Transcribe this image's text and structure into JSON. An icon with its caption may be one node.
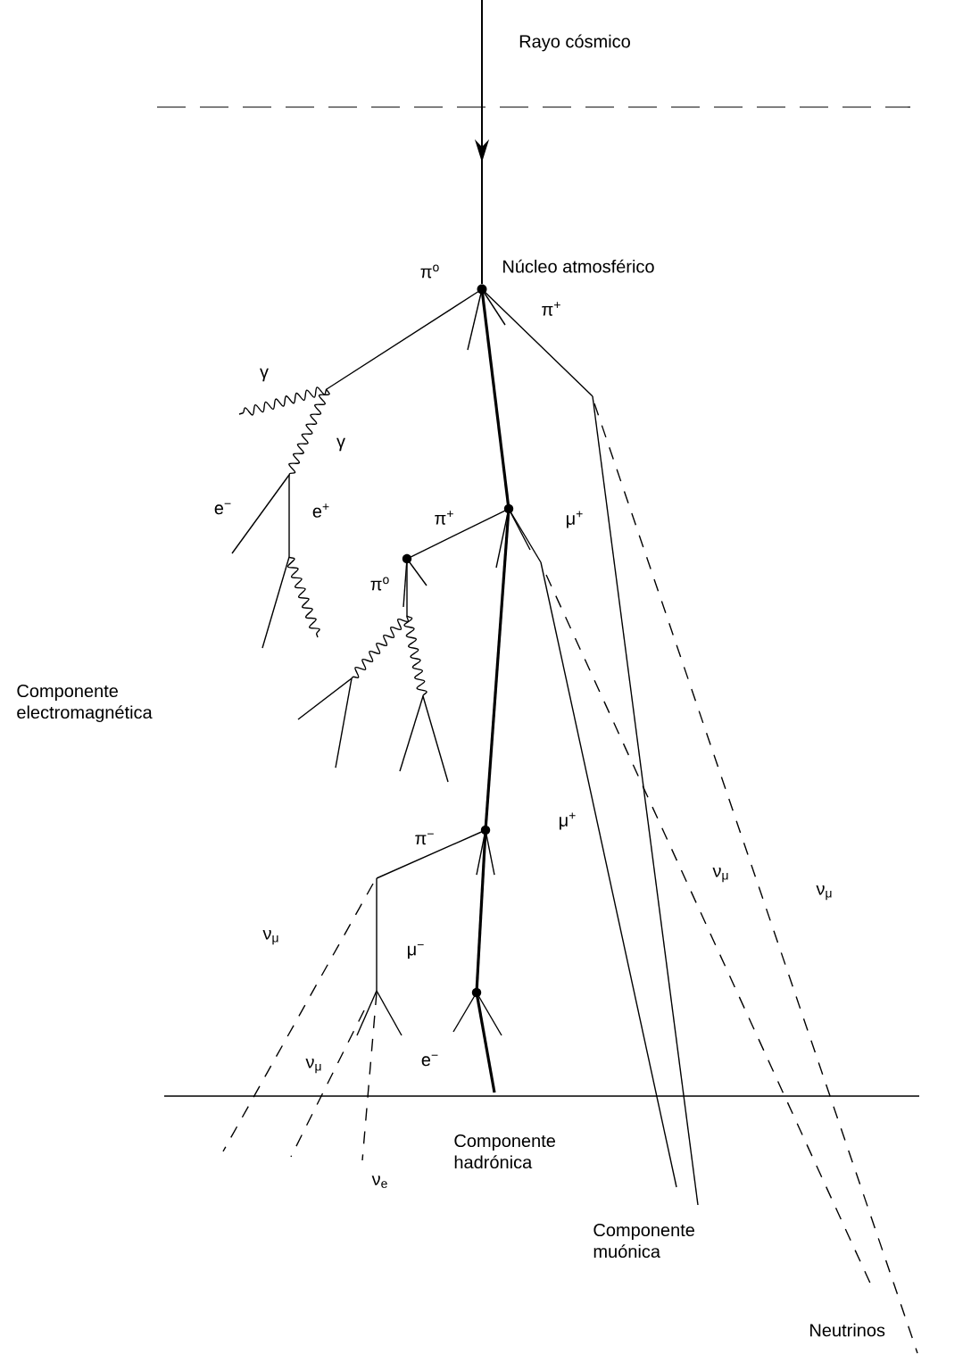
{
  "diagram": {
    "nodes": [
      {
        "text": [
          "Rayo cósmico"
        ]
      },
      {
        "text": [],
        "shape": "circle",
        "beside": [
          "Núcleo atmosférico"
        ]
      }
    ],
    "edges": [
      {
        "from": 0,
        "to": 1,
        "arrow": "to"
      }
    ],
    "labels": [
      "π$^{o}$",
      "π$^{+}$",
      "γ",
      "γ",
      "e$^{−}$",
      "e$^{+}$",
      "π$^{+}$",
      "μ$^{+}$",
      "π$^{o}$",
      "Componente electromagnética",
      "μ$^{+}$",
      "π$^{−}$",
      "ν$_{μ}$",
      "ν$_{μ}$",
      "ν$_{μ}$",
      "μ$^{−}$",
      "ν$_{μ}$",
      "e$^{−}$",
      "Componente hadrónica",
      "ν$_{e}$",
      "Componente muónica",
      "Neutrinos"
    ]
  }
}
